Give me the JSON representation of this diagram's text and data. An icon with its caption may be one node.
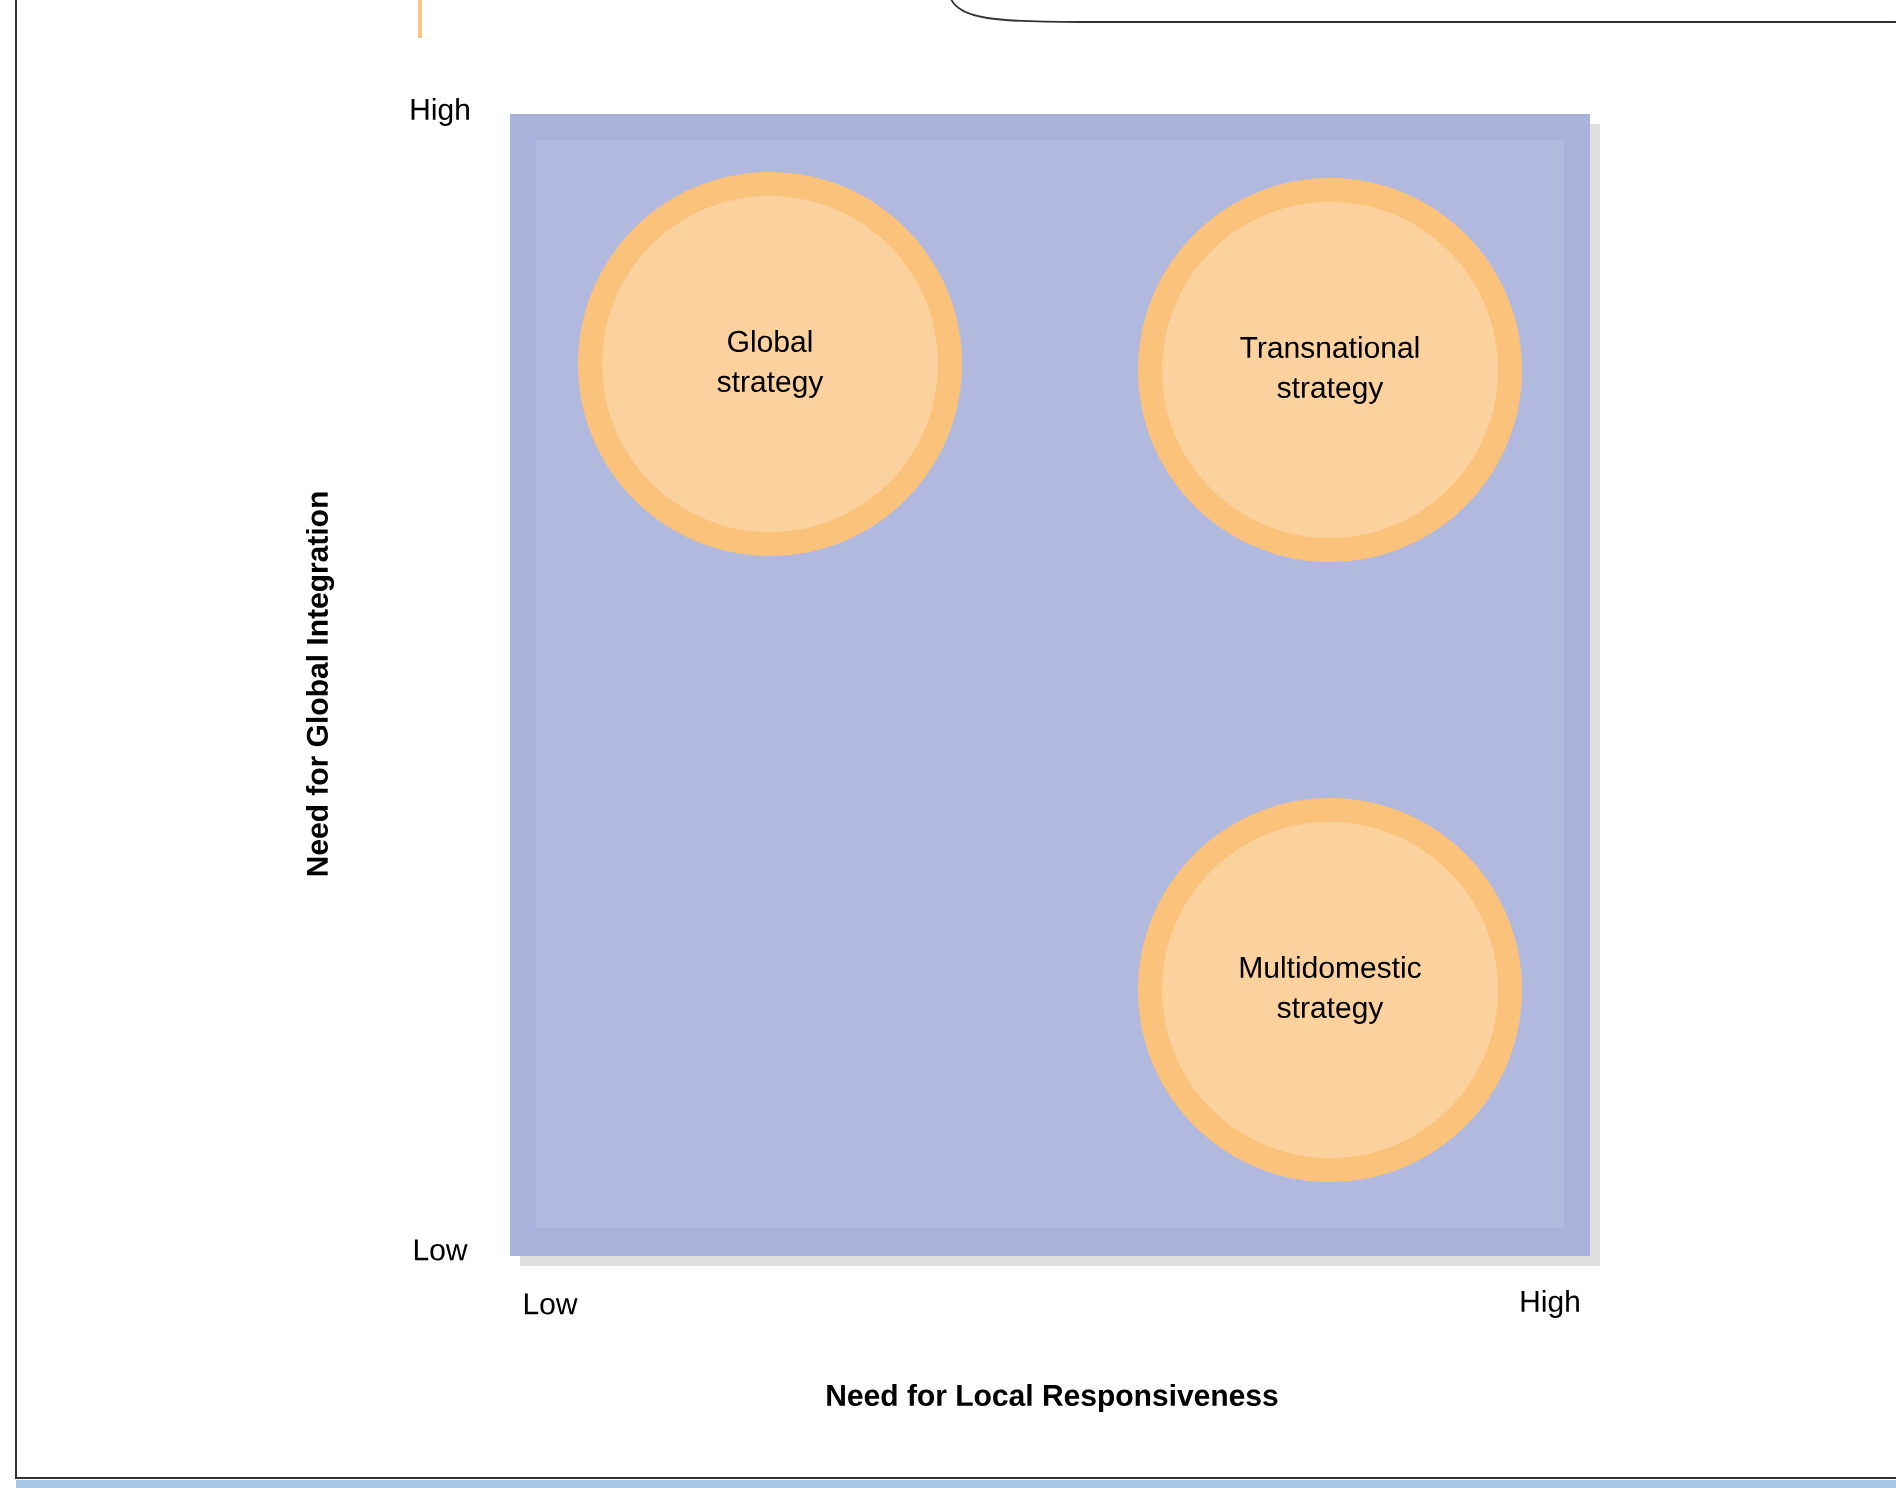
{
  "diagram": {
    "nodes": [
      {
        "text": [
          "Global strategy"
        ]
      },
      {
        "text": [
          "Transnational strategy"
        ]
      },
      {
        "text": [
          "Multidomestic strategy"
        ]
      }
    ],
    "labels": [
      "High",
      "Need for Global Integration",
      "Low",
      "Low",
      "High",
      "Need for Local Responsiveness"
    ]
  }
}
